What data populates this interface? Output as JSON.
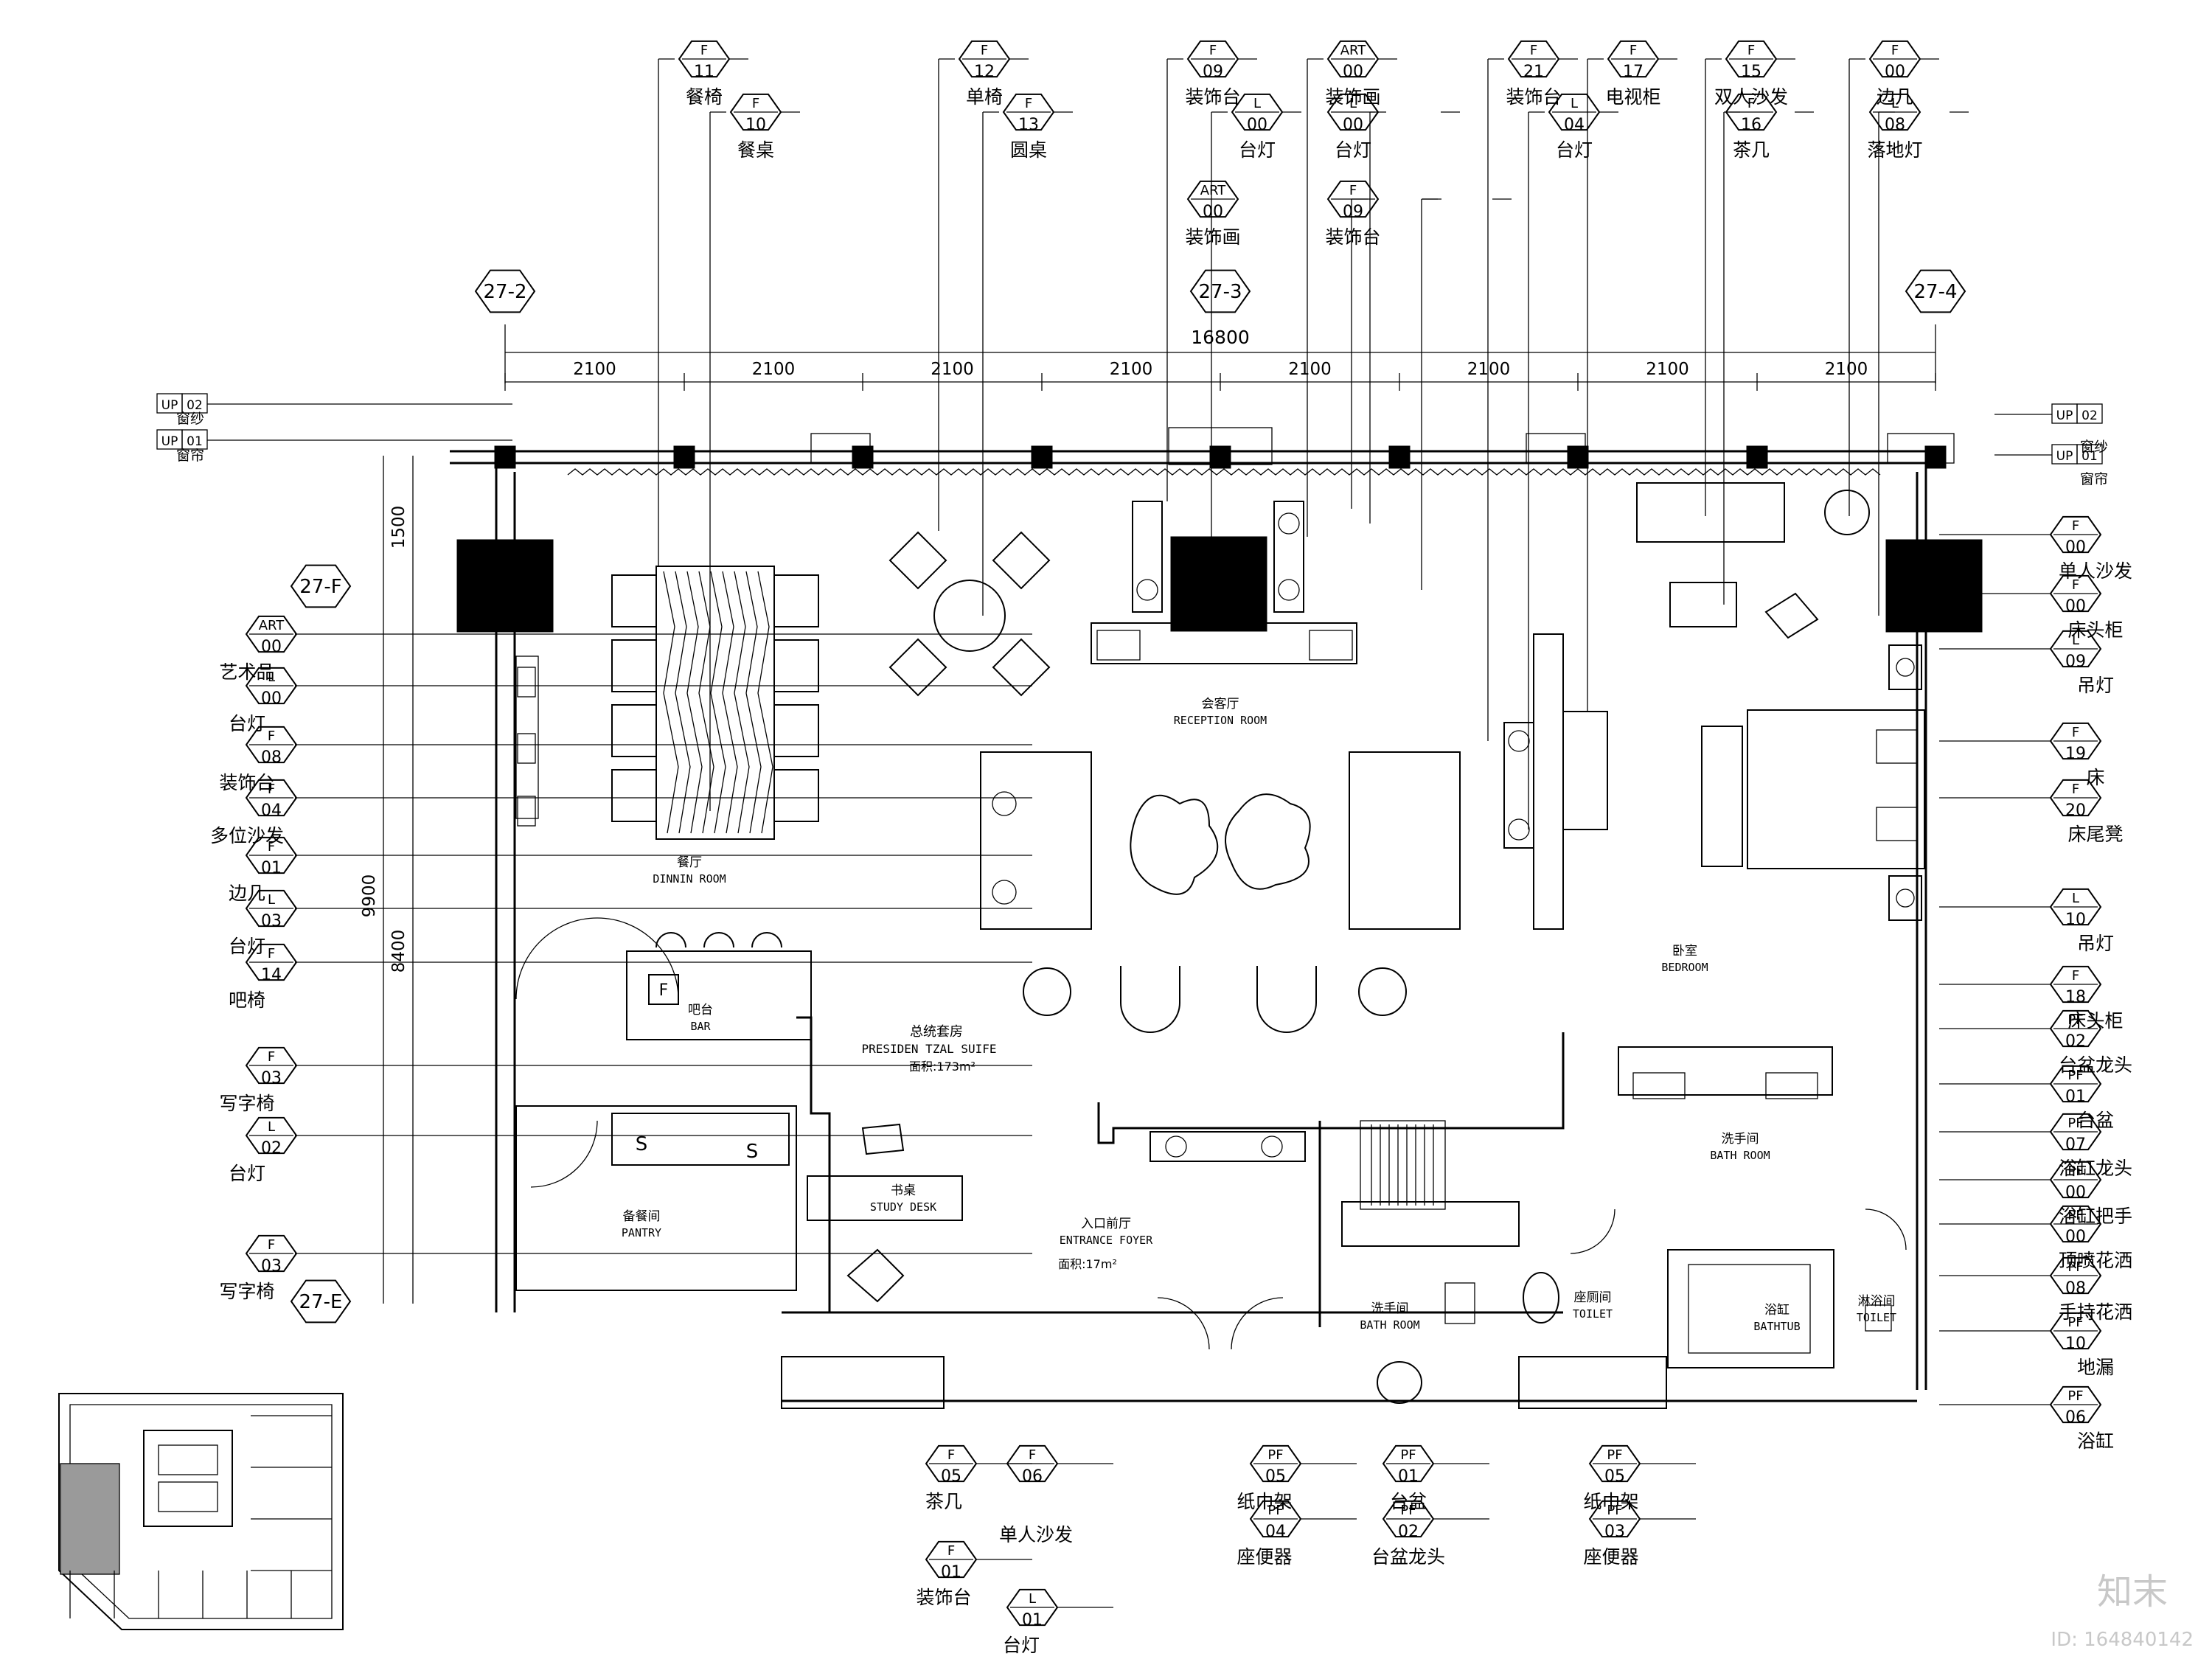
{
  "drawing": {
    "project_room": "总统套房",
    "project_room_en": "PRESIDEN TZAL SUIFE",
    "project_area": "面积:173m²",
    "entrance_area": "面积:17m²"
  },
  "grid_labels": [
    {
      "id": "g1",
      "text": "27-2"
    },
    {
      "id": "g2",
      "text": "27-3"
    },
    {
      "id": "g3",
      "text": "27-4"
    },
    {
      "id": "g4",
      "text": "27-F"
    },
    {
      "id": "g5",
      "text": "27-E"
    }
  ],
  "dimensions": {
    "total": "16800",
    "bays": [
      "2100",
      "2100",
      "2100",
      "2100",
      "2100",
      "2100",
      "2100",
      "2100"
    ],
    "vertical": [
      "1500",
      "9900",
      "8400"
    ]
  },
  "rooms": [
    {
      "cn": "会客厅",
      "en": "RECEPTION ROOM"
    },
    {
      "cn": "餐厅",
      "en": "DINNIN ROOM"
    },
    {
      "cn": "吧台",
      "en": "BAR"
    },
    {
      "cn": "备餐间",
      "en": "PANTRY"
    },
    {
      "cn": "书桌",
      "en": "STUDY DESK"
    },
    {
      "cn": "入口前厅",
      "en": "ENTRANCE FOYER"
    },
    {
      "cn": "卧室",
      "en": "BEDROOM"
    },
    {
      "cn": "洗手间",
      "en": "BATH ROOM"
    },
    {
      "cn": "洗手间",
      "en": "BATH ROOM"
    },
    {
      "cn": "座厕间",
      "en": "TOILET"
    },
    {
      "cn": "浴缸",
      "en": "BATHTUB"
    },
    {
      "cn": "淋浴间",
      "en": "TOILET"
    }
  ],
  "tags_top": [
    {
      "code": "F",
      "num": "11",
      "label": "餐椅"
    },
    {
      "code": "F",
      "num": "10",
      "label": "餐桌"
    },
    {
      "code": "F",
      "num": "12",
      "label": "单椅"
    },
    {
      "code": "F",
      "num": "13",
      "label": "圆桌"
    },
    {
      "code": "F",
      "num": "09",
      "label": "装饰台"
    },
    {
      "code": "L",
      "num": "00",
      "label": "台灯"
    },
    {
      "code": "ART",
      "num": "00",
      "label": "装饰画"
    },
    {
      "code": "ART",
      "num": "00",
      "label": "装饰画"
    },
    {
      "code": "L",
      "num": "00",
      "label": "台灯"
    },
    {
      "code": "F",
      "num": "09",
      "label": "装饰台"
    },
    {
      "code": "F",
      "num": "21",
      "label": "装饰台"
    },
    {
      "code": "L",
      "num": "04",
      "label": "台灯"
    },
    {
      "code": "F",
      "num": "17",
      "label": "电视柜"
    },
    {
      "code": "F",
      "num": "15",
      "label": "双人沙发"
    },
    {
      "code": "F",
      "num": "16",
      "label": "茶几"
    },
    {
      "code": "F",
      "num": "00",
      "label": "边几"
    },
    {
      "code": "L",
      "num": "08",
      "label": "落地灯"
    }
  ],
  "tags_left": [
    {
      "code": "ART",
      "num": "00",
      "label": "艺术品"
    },
    {
      "code": "L",
      "num": "00",
      "label": "台灯"
    },
    {
      "code": "F",
      "num": "08",
      "label": "装饰台"
    },
    {
      "code": "F",
      "num": "04",
      "label": "多位沙发"
    },
    {
      "code": "F",
      "num": "01",
      "label": "边几"
    },
    {
      "code": "L",
      "num": "03",
      "label": "台灯"
    },
    {
      "code": "F",
      "num": "14",
      "label": "吧椅"
    },
    {
      "code": "F",
      "num": "03",
      "label": "写字椅"
    },
    {
      "code": "L",
      "num": "02",
      "label": "台灯"
    },
    {
      "code": "F",
      "num": "03",
      "label": "写字椅"
    }
  ],
  "tags_right": [
    {
      "code": "F",
      "num": "00",
      "label": "单人沙发"
    },
    {
      "code": "F",
      "num": "00",
      "label": "床头柜"
    },
    {
      "code": "L",
      "num": "09",
      "label": "吊灯"
    },
    {
      "code": "F",
      "num": "19",
      "label": "床"
    },
    {
      "code": "F",
      "num": "20",
      "label": "床尾凳"
    },
    {
      "code": "L",
      "num": "10",
      "label": "吊灯"
    },
    {
      "code": "F",
      "num": "18",
      "label": "床头柜"
    },
    {
      "code": "PF",
      "num": "02",
      "label": "台盆龙头"
    },
    {
      "code": "PF",
      "num": "01",
      "label": "台盆"
    },
    {
      "code": "PF",
      "num": "07",
      "label": "浴缸龙头"
    },
    {
      "code": "PF",
      "num": "00",
      "label": "浴缸把手"
    },
    {
      "code": "PF",
      "num": "00",
      "label": "顶喷花洒"
    },
    {
      "code": "PF",
      "num": "08",
      "label": "手持花洒"
    },
    {
      "code": "PF",
      "num": "10",
      "label": "地漏"
    },
    {
      "code": "PF",
      "num": "06",
      "label": "浴缸"
    }
  ],
  "tags_bottom": [
    {
      "code": "F",
      "num": "05",
      "label": "茶几"
    },
    {
      "code": "F",
      "num": "06",
      "label": "单人沙发"
    },
    {
      "code": "F",
      "num": "01",
      "label": "装饰台"
    },
    {
      "code": "L",
      "num": "01",
      "label": "台灯"
    },
    {
      "code": "PF",
      "num": "05",
      "label": "纸巾架"
    },
    {
      "code": "PF",
      "num": "04",
      "label": "座便器"
    },
    {
      "code": "PF",
      "num": "01",
      "label": "台盆"
    },
    {
      "code": "PF",
      "num": "02",
      "label": "台盆龙头"
    },
    {
      "code": "PF",
      "num": "05",
      "label": "纸巾架"
    },
    {
      "code": "PF",
      "num": "03",
      "label": "座便器"
    }
  ],
  "window_tags": [
    {
      "code": "UP",
      "num": "02",
      "label": "窗纱"
    },
    {
      "code": "UP",
      "num": "01",
      "label": "窗帘"
    },
    {
      "code": "UP",
      "num": "02",
      "label": "窗纱"
    },
    {
      "code": "UP",
      "num": "01",
      "label": "窗帘"
    }
  ],
  "misc": {
    "bar_mark": "F",
    "pantry_marks": [
      "S",
      "S"
    ],
    "wm_logo": "知末",
    "wm_id": "ID: 164840142"
  },
  "colors": {
    "line": "#000000",
    "watermark": "#c8c8c8"
  }
}
